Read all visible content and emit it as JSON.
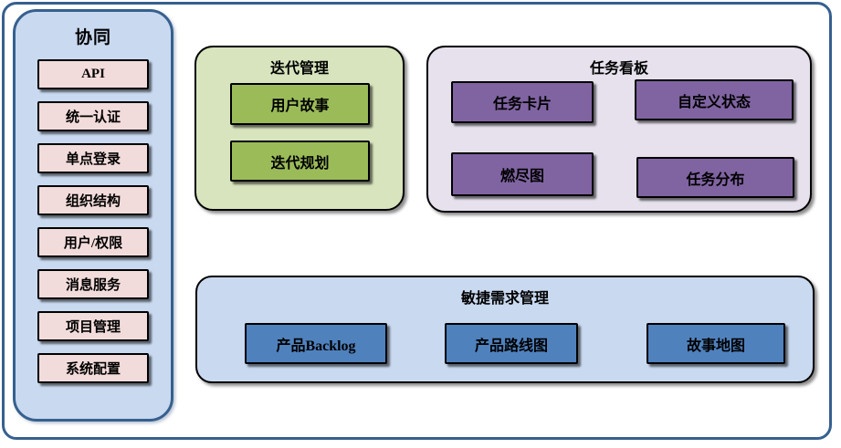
{
  "diagram": {
    "sidebar": {
      "title": "协同",
      "items": [
        {
          "label": "API"
        },
        {
          "label": "统一认证"
        },
        {
          "label": "单点登录"
        },
        {
          "label": "组织结构"
        },
        {
          "label": "用户/权限"
        },
        {
          "label": "消息服务"
        },
        {
          "label": "项目管理"
        },
        {
          "label": "系统配置"
        }
      ]
    },
    "sections": [
      {
        "title": "迭代管理",
        "items": [
          {
            "label": "用户故事"
          },
          {
            "label": "迭代规划"
          }
        ]
      },
      {
        "title": "任务看板",
        "items": [
          {
            "label": "任务卡片"
          },
          {
            "label": "自定义状态"
          },
          {
            "label": "燃尽图"
          },
          {
            "label": "任务分布"
          }
        ]
      },
      {
        "title": "敏捷需求管理",
        "items": [
          {
            "label": "产品Backlog"
          },
          {
            "label": "产品路线图"
          },
          {
            "label": "故事地图"
          }
        ]
      }
    ],
    "colors": {
      "frame_border": "#36608F",
      "sidebar_fill": "#C9D9F0",
      "sidebar_item_fill": "#F2DCDB",
      "iteration_fill": "#D7E4BD",
      "iteration_item_fill": "#9BBB59",
      "kanban_fill": "#E6E1ED",
      "kanban_item_fill": "#8064A2",
      "agile_fill": "#C9D9F0",
      "agile_item_fill": "#4F81BD",
      "item_border": "#000000",
      "text": "#000000"
    }
  }
}
